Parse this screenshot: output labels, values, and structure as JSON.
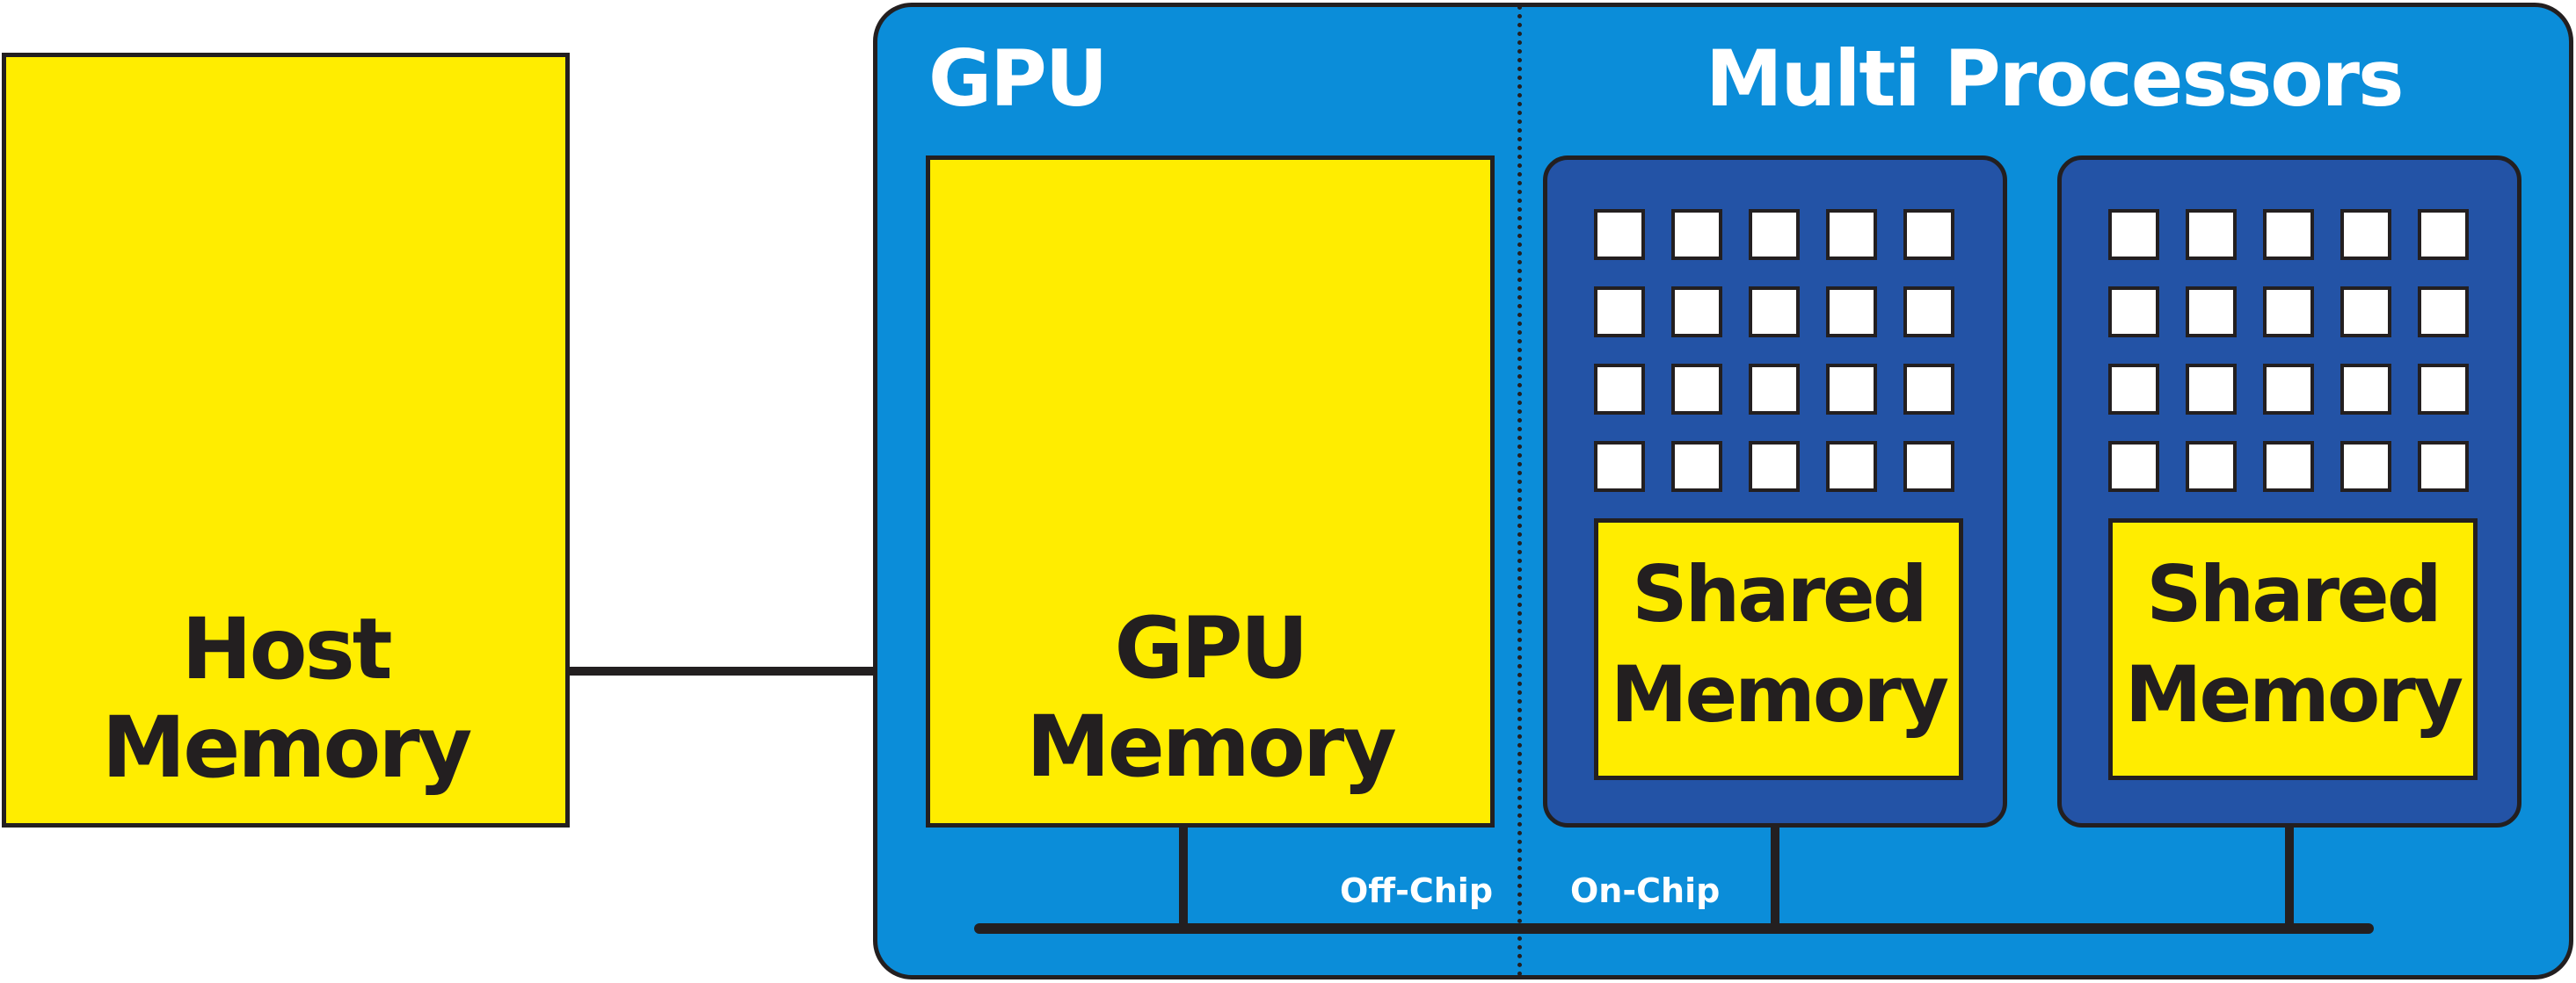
{
  "host": {
    "label_line1": "Host",
    "label_line2": "Memory"
  },
  "gpu": {
    "title": "GPU",
    "memory": {
      "label_line1": "GPU",
      "label_line2": "Memory"
    }
  },
  "multiprocessors": {
    "title": "Multi Processors",
    "units": [
      {
        "shared_line1": "Shared",
        "shared_line2": "Memory",
        "core_rows": 4,
        "core_cols": 5
      },
      {
        "shared_line1": "Shared",
        "shared_line2": "Memory",
        "core_rows": 4,
        "core_cols": 5
      }
    ]
  },
  "boundary": {
    "off_chip": "Off-Chip",
    "on_chip": "On-Chip"
  },
  "colors": {
    "memory_fill": "#ffed00",
    "gpu_fill": "#0b8dd9",
    "multiprocessor_fill": "#2353a6",
    "core_fill": "#ffffff",
    "outline": "#231f20",
    "text_light": "#ffffff"
  }
}
